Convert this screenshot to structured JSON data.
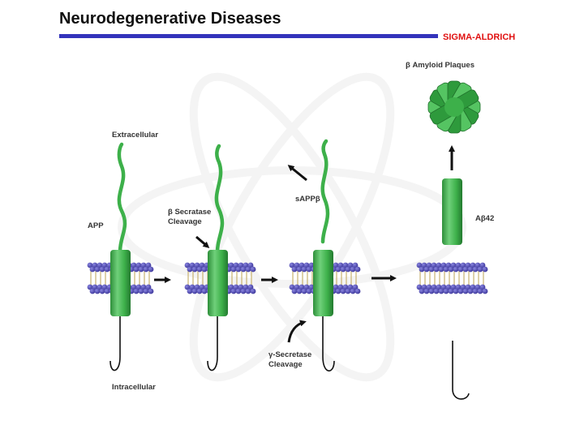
{
  "header": {
    "title": "Neurodegenerative Diseases",
    "brand": "SIGMA-ALDRICH"
  },
  "colors": {
    "title_rule": "#3333bb",
    "brand": "#e01010",
    "protein_green": "#3db04a",
    "lipid_head": "#4a44b0",
    "lipid_tail": "#c8b270"
  },
  "labels": {
    "extracellular": "Extracellular",
    "app": "APP",
    "intracellular": "Intracellular",
    "beta_secretase_1": "β Secratase",
    "beta_secretase_2": "Cleavage",
    "sappb": "sAPPβ",
    "gamma_secretase_1": "γ-Secretase",
    "gamma_secretase_2": "Cleavage",
    "plaques": "β Amyloid Plaques",
    "abeta42": "Aβ42"
  }
}
